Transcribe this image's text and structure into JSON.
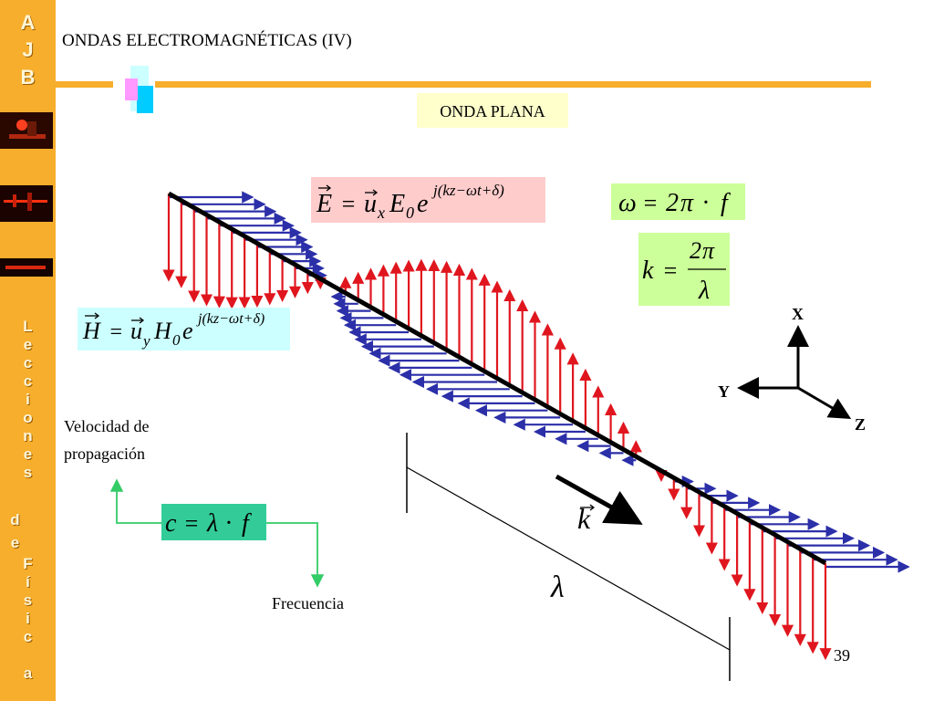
{
  "sidebar": {
    "top_letters": [
      "A",
      "J",
      "B"
    ],
    "vertical_text": [
      "L",
      "e",
      "c",
      "c",
      "i",
      "o",
      "n",
      "e",
      "s",
      "d",
      "e",
      "F",
      "í",
      "s",
      "i",
      "c",
      "a"
    ]
  },
  "slide": {
    "title": "ONDAS ELECTROMAGNÉTICAS (IV)",
    "label": "ONDA PLANA",
    "page_number": "39"
  },
  "equations": {
    "e_field": "E = u_x E_0 e^{j(kz−ωt+δ)}",
    "h_field": "H = u_y H_0 e^{j(kz−ωt+δ)}",
    "omega": "ω = 2π · f",
    "k": "k = 2π / λ",
    "c": "c = λ · f"
  },
  "annotations": {
    "velocity": [
      "Velocidad de",
      "propagación"
    ],
    "frequency": "Frecuencia",
    "k_vector": "k",
    "wavelength": "λ"
  },
  "axes": {
    "x": "X",
    "y": "Y",
    "z": "Z"
  },
  "colors": {
    "sidebar": "#f6ae2c",
    "e_wave": "#e0161e",
    "h_wave": "#2b2fa8",
    "e_box": "#ffcccc",
    "h_box": "#ccffff",
    "green_box": "#ccff99",
    "c_box": "#33cc99",
    "label_box": "#ffffcc"
  }
}
